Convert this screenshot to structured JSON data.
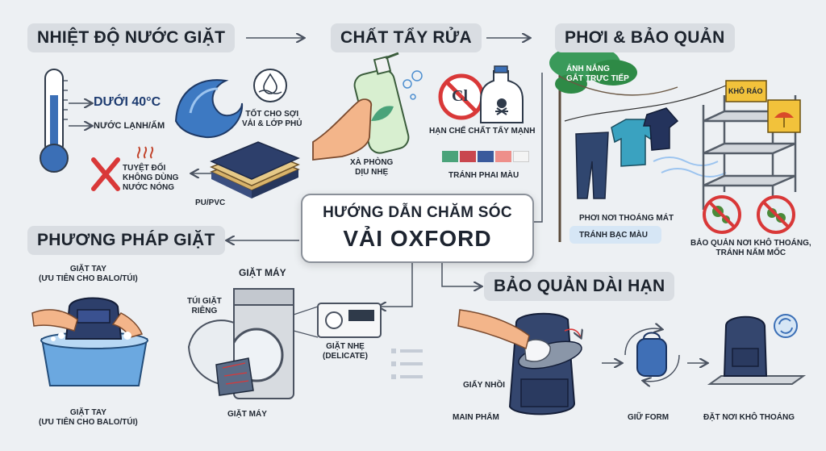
{
  "center": {
    "line1": "HƯỚNG DẪN CHĂM SÓC",
    "line2": "VẢI OXFORD"
  },
  "sections": {
    "water_temp": {
      "title": "NHIỆT ĐỘ NƯỚC GIẶT",
      "below40": "DƯỚI 40°C",
      "cold_warm": "NƯỚC LẠNH/ẤM",
      "good_for": "TỐT CHO SỢI\nVẢI & LỚP PHỦ",
      "no_hot": "TUYỆT ĐỐI\nKHÔNG DÙNG\nNƯỚC NÓNG",
      "pu_pvc": "PU/PVC"
    },
    "detergent": {
      "title": "CHẤT TẨY RỬA",
      "mild_soap": "XÀ PHÒNG\nDỊU NHẸ",
      "limit_strong": "HẠN CHẾ CHẤT TẨY MẠNH",
      "avoid_fade": "TRÁNH PHAI MÀU",
      "cl_symbol": "Cl",
      "swatches": [
        "#4aa37a",
        "#c9474e",
        "#3a5a9c",
        "#ee8f8a",
        "#f4f4f4"
      ]
    },
    "drying": {
      "title": "PHƠI & BẢO QUẢN",
      "sunlight": "ÁNH NẮNG\nGẮT TRỰC TIẾP",
      "airy": "PHƠI NƠI THOÁNG MÁT",
      "avoid_bleach": "TRÁNH BẠC MÀU",
      "dry_sign": "KHÔ RÁO",
      "store": "BẢO QUẢN NƠI KHÔ THOÁNG,\nTRÁNH NẤM MỐC"
    },
    "washing": {
      "title": "PHƯƠNG PHÁP GIẶT",
      "hand_top": "GIẶT TAY\n(ƯU TIÊN CHO BALO/TÚI)",
      "hand_bottom": "GIẶT TAY\n(ƯU TIÊN CHO BALO/TÚI)",
      "machine_top": "GIẶT MÁY",
      "machine_bottom": "GIẶT MÁY",
      "bag": "TÚI GIẶT\nRIÊNG",
      "delicate": "GIẶT NHẸ\n(DELICATE)"
    },
    "long_term": {
      "title": "BẢO QUẢN DÀI HẠN",
      "paper": "GIẤY NHỒI",
      "stuffing": "MAIN PHẨM",
      "keep_form": "GIỮ FORM",
      "dry_place": "ĐẶT NƠI KHÔ THOÁNG"
    }
  },
  "colors": {
    "accent_blue": "#3b6fb6",
    "warning_red": "#d93838",
    "leaf_green": "#2e8a46"
  }
}
